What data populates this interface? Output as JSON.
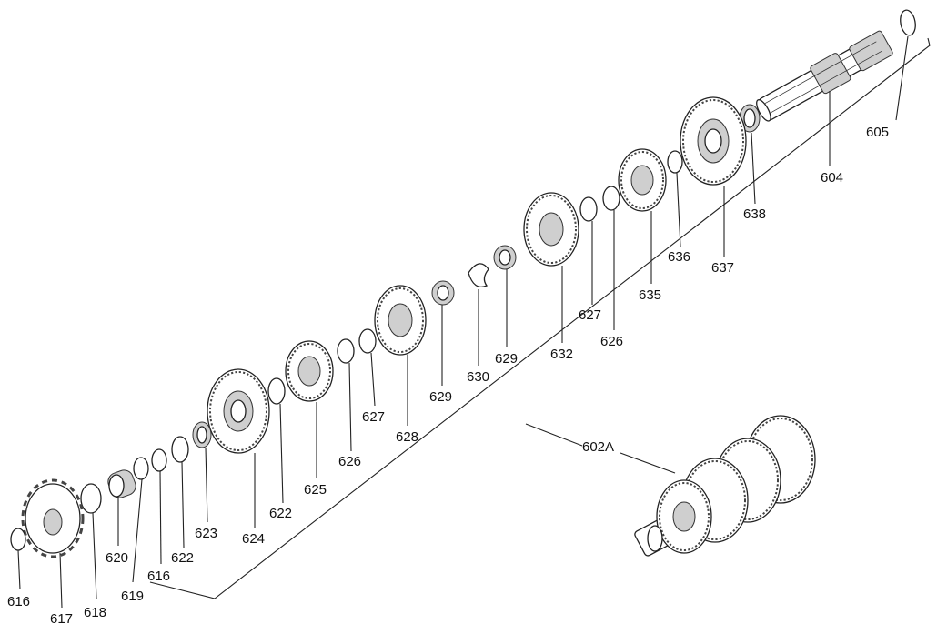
{
  "labels": {
    "p602A": "602A",
    "p604": "604",
    "p605": "605",
    "p616a": "616",
    "p616b": "616",
    "p617": "617",
    "p618": "618",
    "p619": "619",
    "p620": "620",
    "p622a": "622",
    "p622b": "622",
    "p623": "623",
    "p624": "624",
    "p625": "625",
    "p626a": "626",
    "p626b": "626",
    "p627a": "627",
    "p627b": "627",
    "p628": "628",
    "p629a": "629",
    "p629b": "629",
    "p630": "630",
    "p632": "632",
    "p635": "635",
    "p636": "636",
    "p637": "637",
    "p638": "638"
  },
  "colors": {
    "line": "#222222",
    "shade": "#cfcfcf",
    "background": "#ffffff"
  }
}
